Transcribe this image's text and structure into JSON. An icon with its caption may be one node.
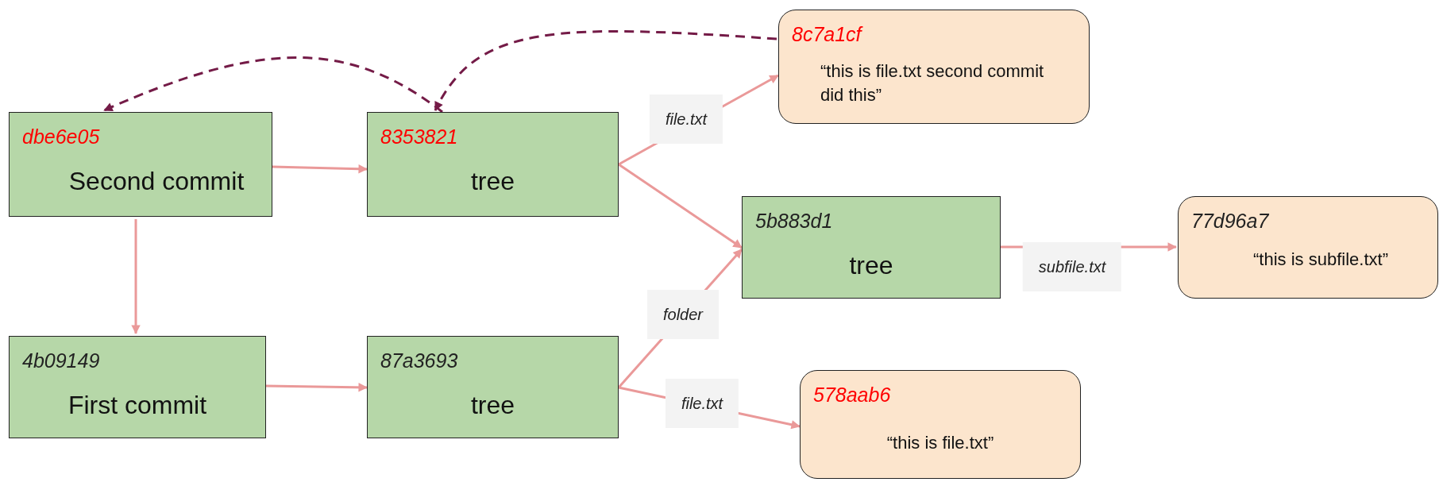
{
  "diagram": {
    "nodes": [
      {
        "text": [
          "dbe6e05",
          "Second commit"
        ]
      },
      {
        "text": [
          "8353821",
          "tree"
        ]
      },
      {
        "text": [
          "8c7a1cf",
          "“this is file.txt second commit did this”"
        ]
      },
      {
        "text": [
          "5b883d1",
          "tree"
        ]
      },
      {
        "text": [
          "77d96a7",
          "“this is subfile.txt”"
        ]
      },
      {
        "text": [
          "4b09149",
          "First commit"
        ]
      },
      {
        "text": [
          "87a3693",
          "tree"
        ]
      },
      {
        "text": [
          "578aab6",
          "“this is file.txt”"
        ]
      }
    ],
    "edges": [
      {
        "from": 0,
        "to": 1,
        "arrow": "to"
      },
      {
        "from": 0,
        "to": 5,
        "arrow": "to"
      },
      {
        "from": 5,
        "to": 6,
        "arrow": "to"
      },
      {
        "from": 1,
        "to": 2,
        "arrow": "to",
        "label": "file.txt"
      },
      {
        "from": 1,
        "to": 3,
        "arrow": "to"
      },
      {
        "from": 6,
        "to": 3,
        "arrow": "to",
        "label": "folder"
      },
      {
        "from": 6,
        "to": 7,
        "arrow": "to",
        "label": "file.txt"
      },
      {
        "from": 3,
        "to": 4,
        "arrow": "to",
        "label": "subfile.txt"
      },
      {
        "from": 1,
        "to": 0,
        "arrow": "to",
        "style": "dashed",
        "color": "#741b47"
      },
      {
        "from": 2,
        "to": 1,
        "arrow": "to",
        "style": "dashed",
        "color": "#741b47"
      }
    ]
  }
}
